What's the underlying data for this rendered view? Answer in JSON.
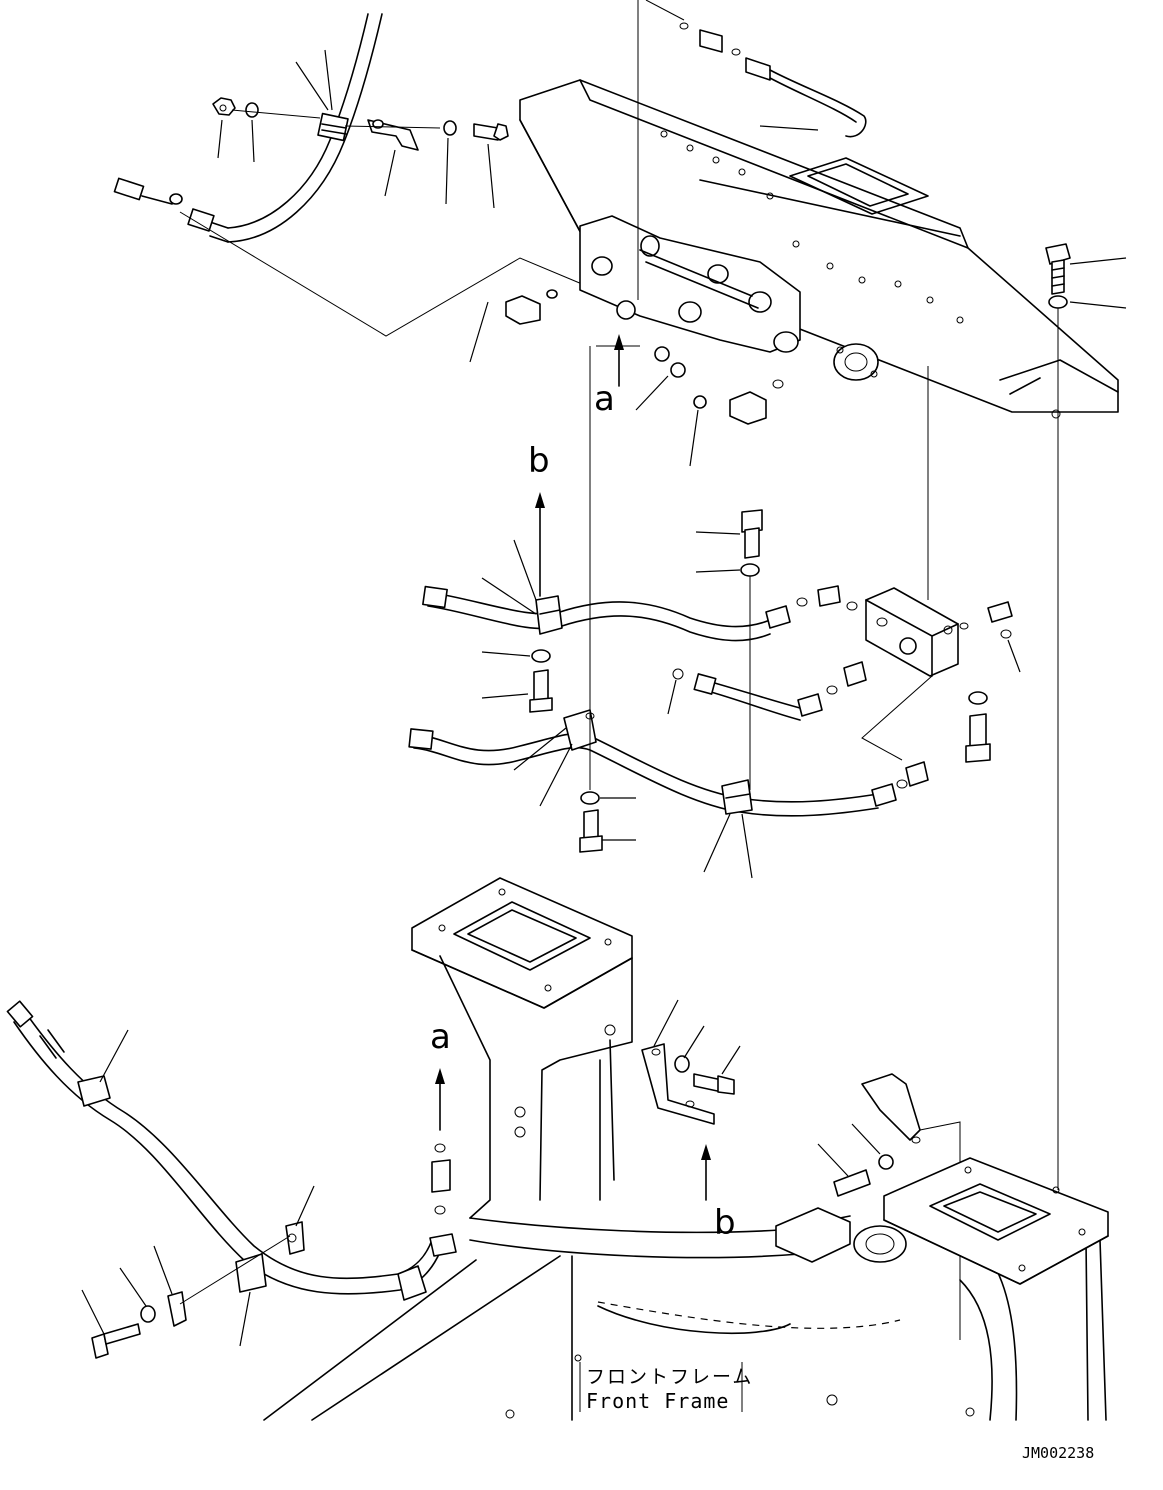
{
  "labels": {
    "ref_a": "a",
    "ref_b": "b"
  },
  "frame": {
    "name_jp": "フロントフレーム",
    "name_en": "Front Frame"
  },
  "drawing_code": "JM002238"
}
